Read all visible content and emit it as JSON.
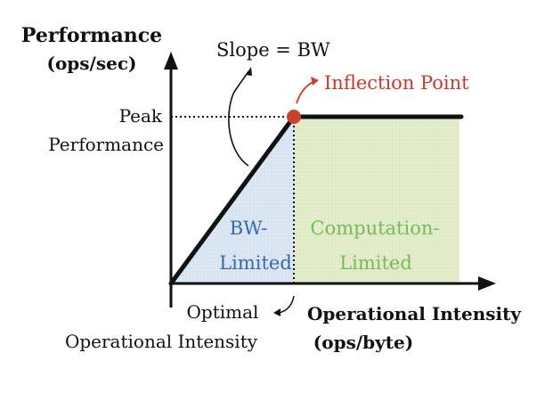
{
  "labels": {
    "y_axis_title_line1": "Performance",
    "y_axis_title_line2": "(ops/sec)",
    "slope": "Slope = BW",
    "inflection": "Inflection Point",
    "peak_line1": "Peak",
    "peak_line2": "Performance",
    "bw_region_line1": "BW-",
    "bw_region_line2": "Limited",
    "compute_region_line1": "Computation-",
    "compute_region_line2": "Limited",
    "optimal_line1": "Optimal",
    "optimal_line2": "Operational Intensity",
    "x_axis_title_line1": "Operational Intensity",
    "x_axis_title_line2": "(ops/byte)"
  },
  "colors": {
    "bw_region": "#dbe7f3",
    "compute_region": "#e3edcc",
    "inflection": "#c9412f",
    "inflection_text": "#c63a2a",
    "compute_text": "#79b95a",
    "bw_text": "#3a69ab",
    "line": "#111111"
  }
}
